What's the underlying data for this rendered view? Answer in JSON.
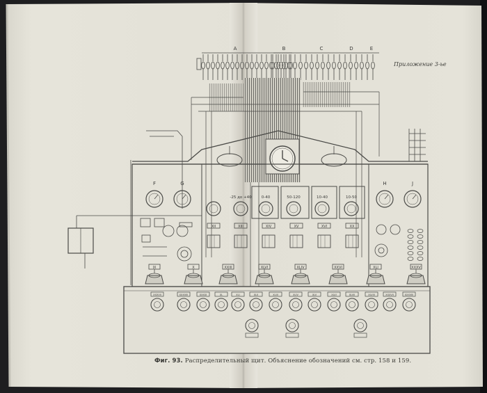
{
  "appendix_label": "Приложение 3-ье",
  "caption": {
    "figure_number": "Фиг. 93.",
    "text": "Распределительный щит. Объяснение обозначений см. стр. 158 и 159."
  },
  "bus_letters": [
    "A",
    "B",
    "C",
    "D",
    "E"
  ],
  "panel_letters": [
    "F",
    "G",
    "H",
    "J"
  ],
  "gauge_ranges": [
    "-25 до +40",
    "0-40",
    "50-120",
    "10-40",
    "10-50"
  ],
  "cabinet_labels": [
    "XII",
    "XIII",
    "XIV",
    "XV",
    "XVI",
    "XX"
  ],
  "switch_labels": [
    "IX",
    "X",
    "XXIII",
    "XLVI",
    "XLIV",
    "XXVI",
    "XLI",
    "XXXV"
  ],
  "socket_labels": [
    "XXXVII",
    "XXXVIII",
    "XXXIX",
    "XL",
    "XLI",
    "XLII",
    "XLIII",
    "XLIV",
    "XLV",
    "XLVI",
    "XLVII",
    "XLVIII"
  ],
  "colors": {
    "page": "#e6e4da",
    "ink": "#3a3a38",
    "binding": "#1e1e20"
  }
}
